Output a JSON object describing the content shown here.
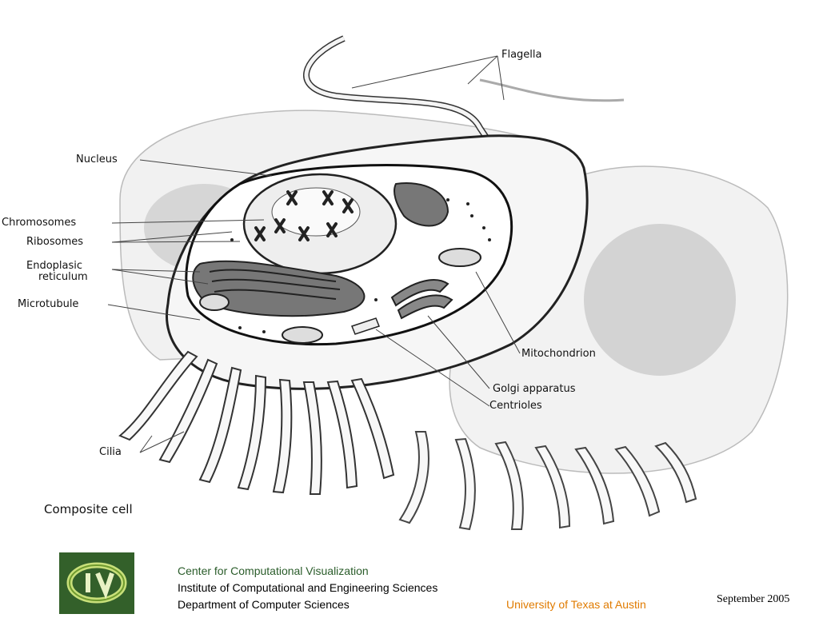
{
  "figure": {
    "labels": {
      "flagella": "Flagella",
      "nucleus": "Nucleus",
      "chromosomes": "Chromosomes",
      "ribosomes": "Ribosomes",
      "endoplasmic_line1": "Endoplasic",
      "endoplasmic_line2": "reticulum",
      "microtubule": "Microtubule",
      "mitochondrion": "Mitochondrion",
      "golgi": "Golgi apparatus",
      "centrioles": "Centrioles",
      "cilia": "Cilia"
    },
    "caption": "Composite cell"
  },
  "footer": {
    "logo_icon": "ccv-logo-icon",
    "center": "Center for Computational Visualization",
    "institute": "Institute of Computational and Engineering Sciences",
    "department": "Department of Computer Sciences",
    "university": "University of Texas at Austin",
    "date": "September  2005"
  }
}
